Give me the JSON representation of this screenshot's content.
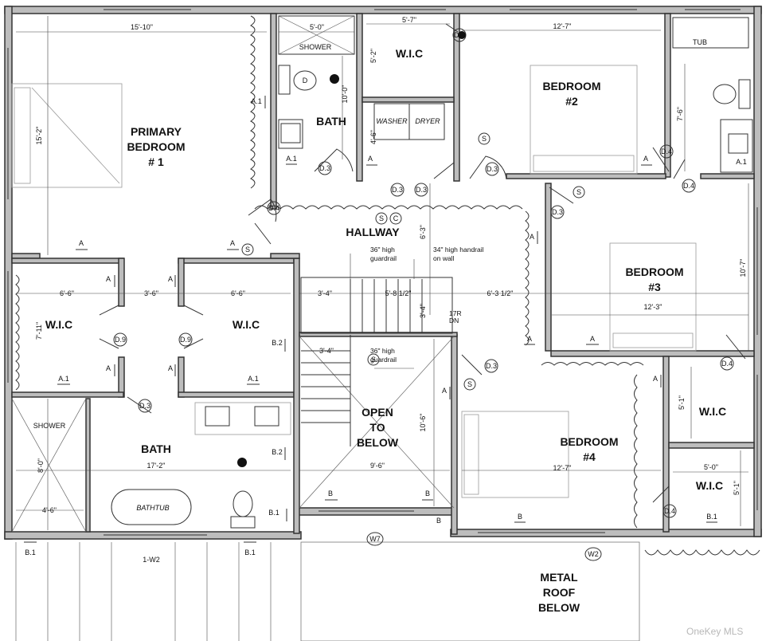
{
  "rooms": {
    "primary_bedroom": [
      "PRIMARY",
      "BEDROOM",
      "# 1"
    ],
    "bath_top": "BATH",
    "wic_top": "W.I.C",
    "bedroom2": [
      "BEDROOM",
      "#2"
    ],
    "hallway": "HALLWAY",
    "bedroom3": [
      "BEDROOM",
      "#3"
    ],
    "wic_left": "W.I.C",
    "wic_mid": "W.I.C",
    "bath_main": "BATH",
    "open_to_below": [
      "OPEN",
      "TO",
      "BELOW"
    ],
    "bedroom4": [
      "BEDROOM",
      "#4"
    ],
    "wic_r1": "W.I.C",
    "wic_r2": "W.I.C",
    "metal_roof": [
      "METAL",
      "ROOF",
      "BELOW"
    ]
  },
  "fixtures": {
    "shower_top": "SHOWER",
    "tub": "TUB",
    "washer": "WASHER",
    "dryer": "DRYER",
    "shower_main": "SHOWER",
    "bathtub": "BATHTUB"
  },
  "dimensions": {
    "primary_width": "15'-10\"",
    "primary_depth": "15'-2\"",
    "bath_top_width": "5'-0\"",
    "bath_top_depth": "10'-0\"",
    "wic_top_width": "5'-7\"",
    "wic_top_depth": "5'-2\"",
    "laundry_depth": "4'-6\"",
    "bedroom2_width": "12'-7\"",
    "bath_right_depth": "7'-6\"",
    "hallway_depth": "6'-3\"",
    "bedroom3_depth": "10'-7\"",
    "bedroom3_width": "12'-3\"",
    "wic_left_width": "6'-6\"",
    "wic_left_depth": "7'-11\"",
    "passage_width": "3'-6\"",
    "wic_mid_width": "6'-6\"",
    "stair_landing": "3'-4\"",
    "stair_width": "5'-8 1/2\"",
    "hall_right_width": "6'-3 1/2\"",
    "stair_depth": "3'-4\"",
    "stair_gap": "3'-4\"",
    "bath_main_width": "17'-2\"",
    "shower_depth": "8'-0\"",
    "shower_width": "4'-6\"",
    "open_depth": "10'-6\"",
    "open_width": "9'-6\"",
    "bedroom4_width": "12'-7\"",
    "wic_r1_depth": "5'-1\"",
    "wic_r2_width": "5'-0\"",
    "wic_r2_depth": "5'-1\""
  },
  "notes": {
    "guardrail1": [
      "36\" high",
      "guardrail"
    ],
    "handrail": [
      "34\" high handrail",
      "on wall"
    ],
    "guardrail2": [
      "36\" high",
      "guardrail"
    ],
    "stairs": [
      "17R",
      "DN"
    ]
  },
  "tags": {
    "wall_a": "A",
    "wall_a1": "A.1",
    "wall_b": "B",
    "wall_b1": "B.1",
    "wall_b2": "B.2",
    "door_d3": "D.3",
    "door_d4": "D.4",
    "door_d9": "D.9",
    "smoke": "S",
    "co": "C",
    "window_w7": "W7",
    "window_w2": "W2",
    "window_1w2": "1-W2",
    "vanity_d": "D"
  },
  "watermark": "OneKey MLS"
}
